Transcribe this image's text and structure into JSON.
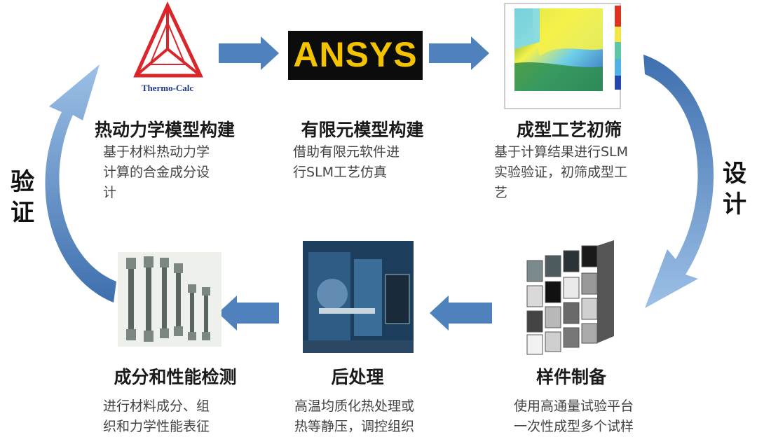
{
  "colors": {
    "arrow": "#4f81bd",
    "arrow_light": "#8fb4de"
  },
  "side_labels": {
    "left": "验证",
    "right": "设计"
  },
  "steps": [
    {
      "title": "热动力学模型构建",
      "desc": [
        "基于材料热动力学",
        "计算的合金成分设",
        "计"
      ],
      "logo_text": "Thermo-Calc"
    },
    {
      "title": "有限元模型构建",
      "desc": [
        "借助有限元软件进",
        "行SLM工艺仿真"
      ],
      "logo_text": "ANSYS"
    },
    {
      "title": "成型工艺初筛",
      "desc": [
        "基于计算结果进行SLM",
        "实验验证，初筛成型工",
        "艺"
      ]
    },
    {
      "title": "样件制备",
      "desc": [
        "使用高通量试验平台",
        "一次性成型多个试样"
      ]
    },
    {
      "title": "后处理",
      "desc": [
        "高温均质化热处理或",
        "热等静压，调控组织"
      ]
    },
    {
      "title": "成分和性能检测",
      "desc": [
        "进行材料成分、组",
        "织和力学性能表征"
      ]
    }
  ]
}
